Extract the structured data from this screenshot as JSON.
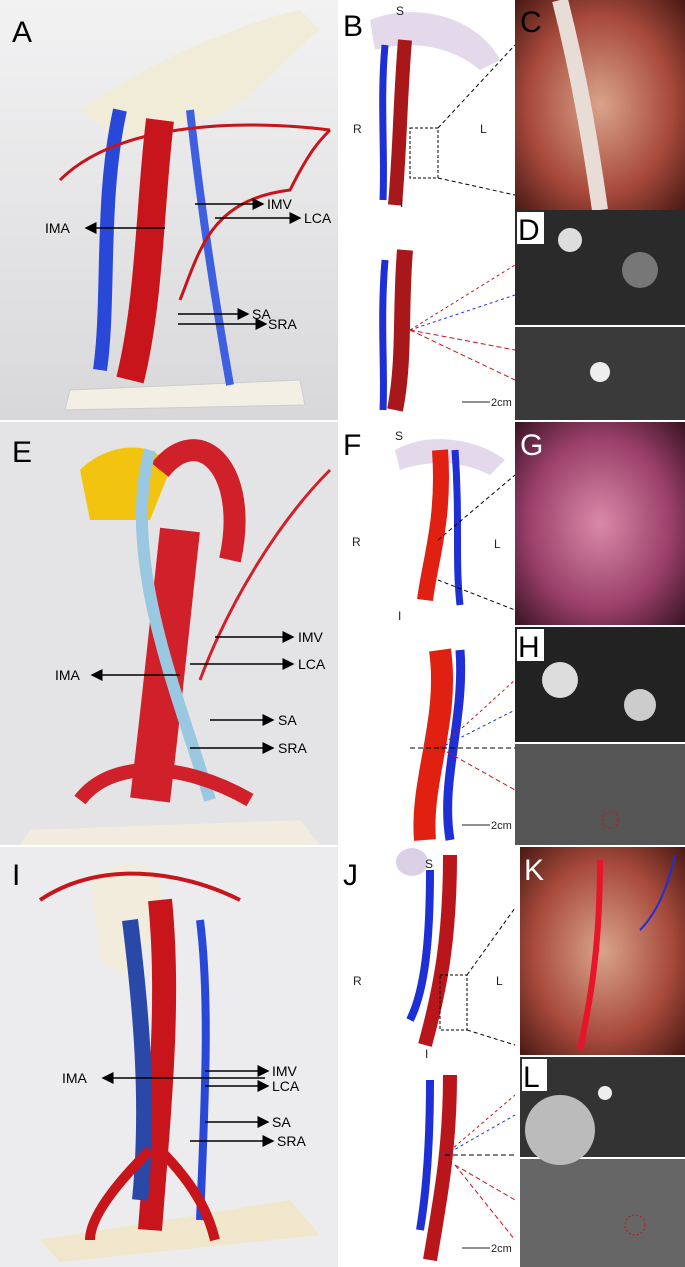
{
  "panels": {
    "A": "A",
    "B": "B",
    "C": "C",
    "D": "D",
    "E": "E",
    "F": "F",
    "G": "G",
    "H": "H",
    "I": "I",
    "J": "J",
    "K": "K",
    "L": "L"
  },
  "annotations": {
    "imv": "IMV",
    "lca": "LCA",
    "ima": "IMA",
    "sa": "SA",
    "sra": "SRA"
  },
  "orientation": {
    "superior": "S",
    "right": "R",
    "left": "L",
    "inferior": "I"
  },
  "scale_bar": "2cm",
  "colors": {
    "artery": "#c8141b",
    "vein": "#1f2fd6",
    "model_base": "#f3efe4",
    "surgical": "#a8453a"
  }
}
